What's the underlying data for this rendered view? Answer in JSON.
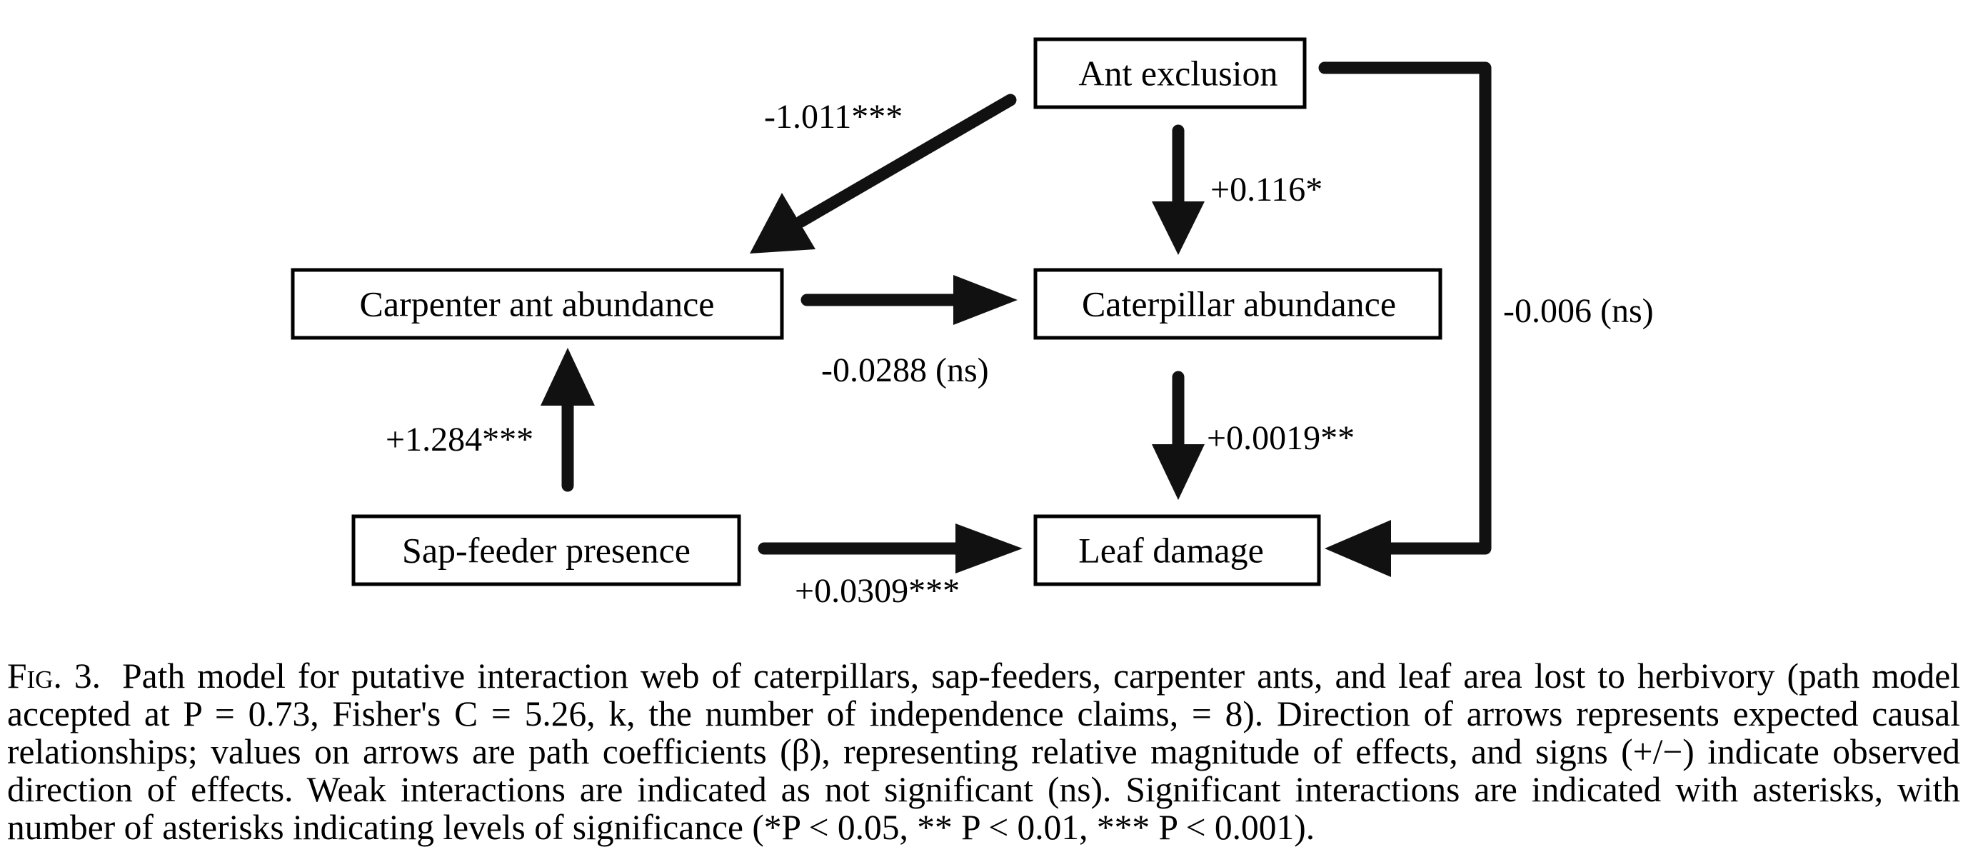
{
  "diagram": {
    "nodes": {
      "ant_exclusion": "Ant exclusion",
      "carpenter_ant_abundance": "Carpenter ant abundance",
      "caterpillar_abundance": "Caterpillar abundance",
      "sap_feeder_presence": "Sap-feeder presence",
      "leaf_damage": "Leaf damage"
    },
    "edges": {
      "ant_exclusion_to_carpenter_ants": "-1.011***",
      "ant_exclusion_to_caterpillars": "+0.116*",
      "ant_exclusion_to_leaf_damage": "-0.006 (ns)",
      "carpenter_ants_to_caterpillars": "-0.0288 (ns)",
      "caterpillars_to_leaf_damage": "+0.0019**",
      "sap_feeders_to_carpenter_ants": "+1.284***",
      "sap_feeders_to_leaf_damage": "+0.0309***"
    }
  },
  "caption": {
    "figure_label": "Fig. 3.",
    "text": "Path model for putative interaction web of caterpillars, sap-feeders, carpenter ants, and leaf area lost to herbivory (path model accepted at P = 0.73, Fisher's C = 5.26, k, the number of independence claims, = 8). Direction of arrows represents expected causal relationships; values on arrows are path coefficients (β), representing relative magnitude of effects, and signs (+/−) indicate observed direction of effects. Weak interactions are indicated as not significant (ns). Significant interactions are indicated with asterisks, with number of asterisks indicating levels of significance (*P < 0.05, ** P < 0.01, *** P < 0.001)."
  }
}
